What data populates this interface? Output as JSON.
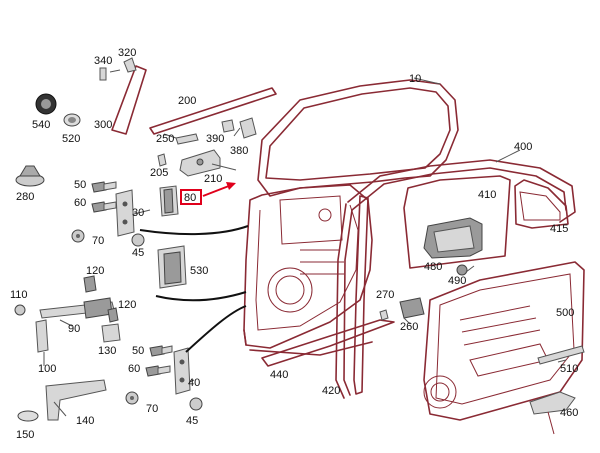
{
  "diagram": {
    "highlight_color": "#e0001b",
    "part_color": "#8a2a34",
    "highlighted_label": "80",
    "labels": {
      "l10": "10",
      "l30": "30",
      "l40": "40",
      "l45a": "45",
      "l45b": "45",
      "l50a": "50",
      "l50b": "50",
      "l60a": "60",
      "l60b": "60",
      "l70a": "70",
      "l70b": "70",
      "l80": "80",
      "l90": "90",
      "l100": "100",
      "l110": "110",
      "l120a": "120",
      "l120b": "120",
      "l130": "130",
      "l140": "140",
      "l150": "150",
      "l200": "200",
      "l205": "205",
      "l210": "210",
      "l250": "250",
      "l260": "260",
      "l270": "270",
      "l280": "280",
      "l300": "300",
      "l320": "320",
      "l340": "340",
      "l380": "380",
      "l390": "390",
      "l400": "400",
      "l410": "410",
      "l415": "415",
      "l420": "420",
      "l440": "440",
      "l460": "460",
      "l480": "480",
      "l490": "490",
      "l500": "500",
      "l510": "510",
      "l520": "520",
      "l530": "530",
      "l540": "540"
    }
  }
}
